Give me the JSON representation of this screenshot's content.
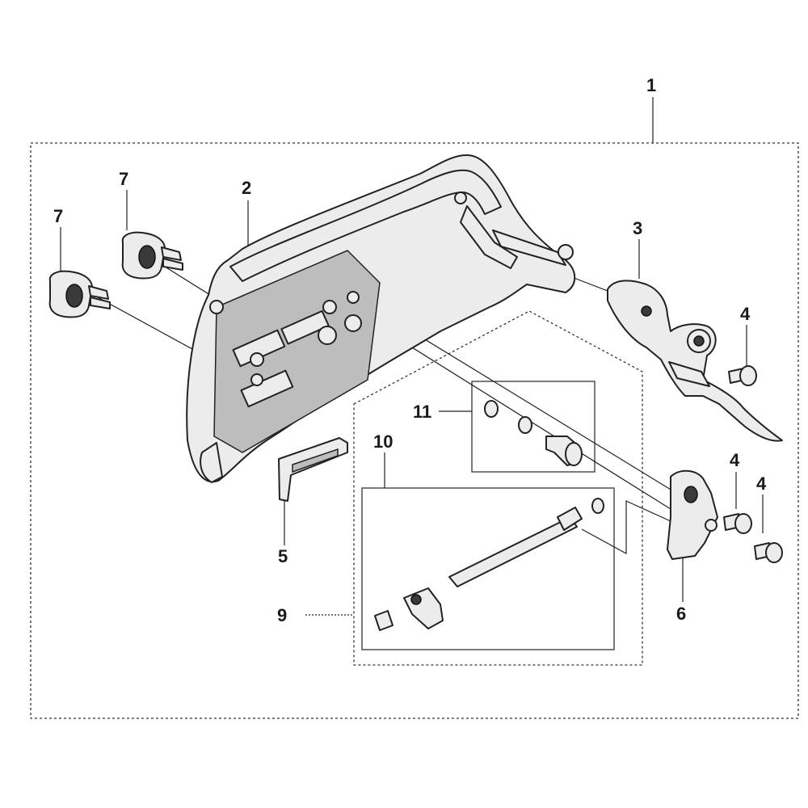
{
  "callouts": {
    "c1": "1",
    "c2": "2",
    "c3": "3",
    "c4a": "4",
    "c4b": "4",
    "c4c": "4",
    "c5": "5",
    "c6": "6",
    "c7a": "7",
    "c7b": "7",
    "c9": "9",
    "c10": "10",
    "c11": "11"
  }
}
